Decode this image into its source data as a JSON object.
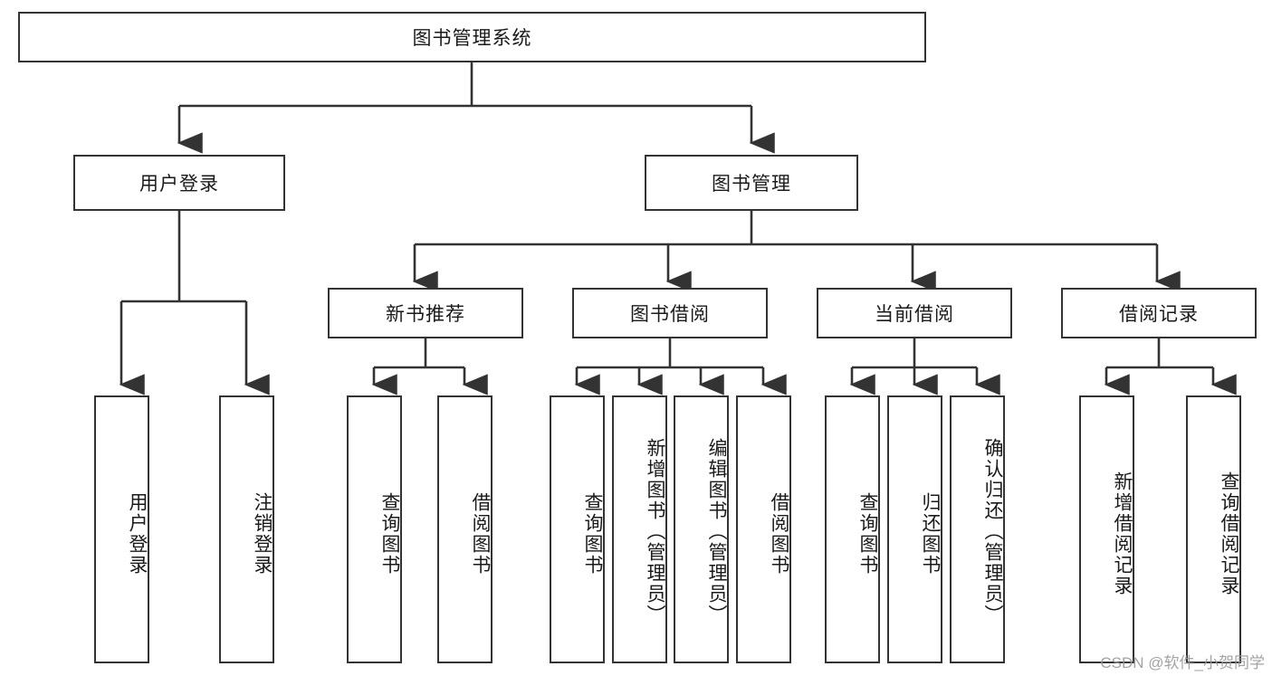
{
  "diagram": {
    "type": "tree-hierarchy-chart",
    "title": "图书管理系统",
    "watermark": "CSDN @软件_小贺同学",
    "colors": {
      "box_border": "#333333",
      "box_fill": "#ffffff",
      "connector": "#333333",
      "text": "#1a1a1a",
      "watermark": "#9a9a9a"
    },
    "root": {
      "label": "图书管理系统"
    },
    "level2": [
      {
        "label": "用户登录"
      },
      {
        "label": "图书管理"
      }
    ],
    "level3": [
      {
        "label": "新书推荐"
      },
      {
        "label": "图书借阅"
      },
      {
        "label": "当前借阅"
      },
      {
        "label": "借阅记录"
      }
    ],
    "leaves": {
      "user_login": [
        {
          "label": "用户登录"
        },
        {
          "label": "注销登录"
        }
      ],
      "new_book_recommend": [
        {
          "label": "查询图书"
        },
        {
          "label": "借阅图书"
        }
      ],
      "book_borrow": [
        {
          "label": "查询图书"
        },
        {
          "label": "新增图书（管理员）"
        },
        {
          "label": "编辑图书（管理员）"
        },
        {
          "label": "借阅图书"
        }
      ],
      "current_borrow": [
        {
          "label": "查询图书"
        },
        {
          "label": "归还图书"
        },
        {
          "label": "确认归还（管理员）"
        }
      ],
      "borrow_record": [
        {
          "label": "新增借阅记录"
        },
        {
          "label": "查询借阅记录"
        }
      ]
    }
  }
}
